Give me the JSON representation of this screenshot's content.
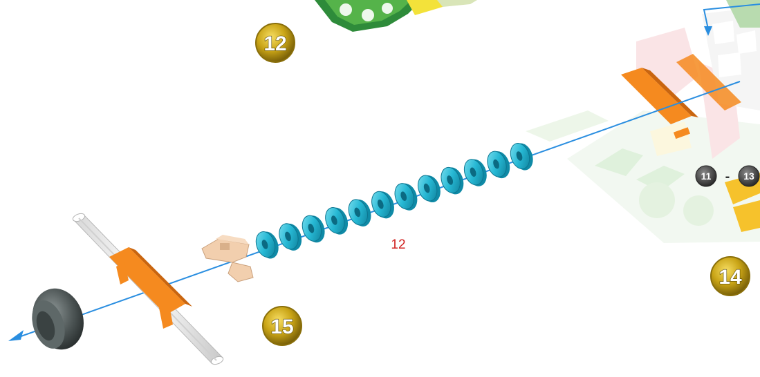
{
  "steps": {
    "step_12": "12",
    "step_14": "14",
    "step_15": "15"
  },
  "reference": {
    "from": "11",
    "separator": "-",
    "to": "13"
  },
  "spacer_quantity": "12",
  "colors": {
    "badge_gold": "#c9a416",
    "connector_orange": "#f58a1f",
    "spacer_cyan": "#26b8d4",
    "rod_white": "#f2f2f2",
    "tire_gray": "#4a5252",
    "arrow_blue": "#2a8ee0",
    "frame_green": "#2e8b3a",
    "connector_tan": "#f0d0b0",
    "quantity_red": "#d0201f"
  },
  "icons": [
    "arrow-icon",
    "wheel-icon"
  ]
}
